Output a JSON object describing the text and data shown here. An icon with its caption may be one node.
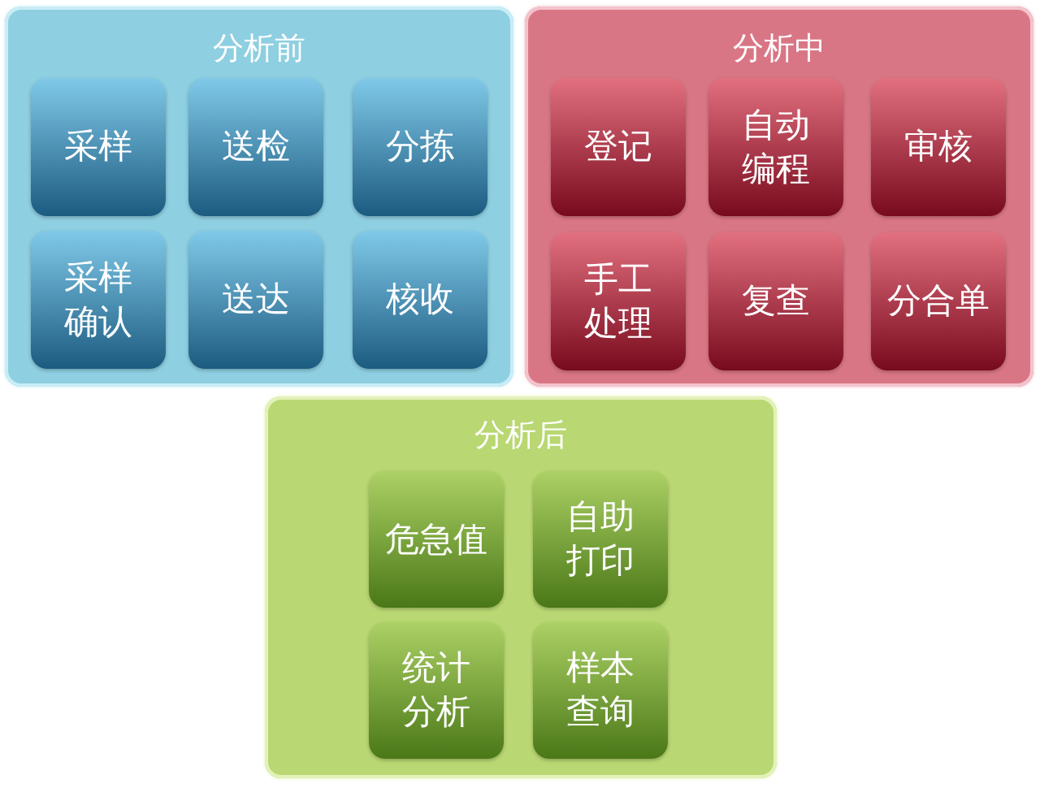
{
  "diagram": {
    "nodes": [
      {
        "text": [
          "分析前"
        ]
      },
      {
        "text": [
          "采样"
        ],
        "in": 0
      },
      {
        "text": [
          "送检"
        ],
        "in": 0
      },
      {
        "text": [
          "分拣"
        ],
        "in": 0
      },
      {
        "text": [
          "采样确认"
        ],
        "in": 0
      },
      {
        "text": [
          "送达"
        ],
        "in": 0
      },
      {
        "text": [
          "核收"
        ],
        "in": 0
      },
      {
        "text": [
          "分析中"
        ]
      },
      {
        "text": [
          "登记"
        ],
        "in": 7
      },
      {
        "text": [
          "自动编程"
        ],
        "in": 7
      },
      {
        "text": [
          "审核"
        ],
        "in": 7
      },
      {
        "text": [
          "手工处理"
        ],
        "in": 7
      },
      {
        "text": [
          "复查"
        ],
        "in": 7
      },
      {
        "text": [
          "分合单"
        ],
        "in": 7
      },
      {
        "text": [
          "分析后"
        ]
      },
      {
        "text": [
          "危急值"
        ],
        "in": 14
      },
      {
        "text": [
          "自助打印"
        ],
        "in": 14
      },
      {
        "text": [
          "统计分析"
        ],
        "in": 14
      },
      {
        "text": [
          "样本查询"
        ],
        "in": 14
      }
    ]
  }
}
